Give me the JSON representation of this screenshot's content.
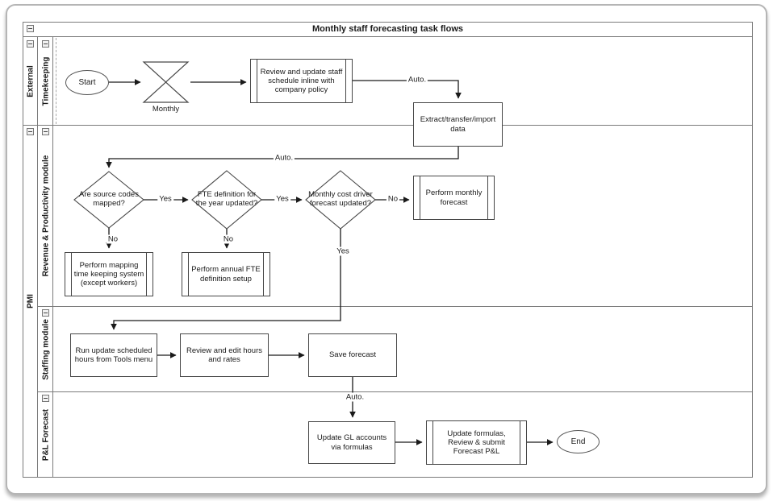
{
  "title": "Monthly staff forecasting task flows",
  "lanes": {
    "external": {
      "label": "External"
    },
    "timekeeping": {
      "label": "Timekeeping"
    },
    "pmi": {
      "label": "PMI"
    },
    "revenue": {
      "label": "Revenue & Productivity module"
    },
    "staffing": {
      "label": "Staffing module"
    },
    "pl_forecast": {
      "label": "P&L Forecast"
    }
  },
  "nodes": {
    "start": {
      "label": "Start",
      "type": "terminator"
    },
    "monthly_timer": {
      "label": "Monthly",
      "type": "timer"
    },
    "review_schedule": {
      "label": "Review and update staff schedule inline with company policy",
      "type": "subprocess"
    },
    "extract_data": {
      "label": "Extract/transfer/import data",
      "type": "process"
    },
    "source_codes_mapped": {
      "label": "Are source codes mapped?",
      "type": "decision"
    },
    "fte_definition_updated": {
      "label": "FTE definition for the year updated?",
      "type": "decision"
    },
    "cost_driver_updated": {
      "label": "Monthly cost driver forecast updated?",
      "type": "decision"
    },
    "perform_monthly_forecast": {
      "label": "Perform monthly forecast",
      "type": "subprocess"
    },
    "perform_mapping": {
      "label": "Perform mapping time keeping system (except workers)",
      "type": "subprocess"
    },
    "perform_annual_fte": {
      "label": "Perform annual FTE definition setup",
      "type": "subprocess"
    },
    "run_update_hours": {
      "label": "Run update scheduled hours from Tools menu",
      "type": "process"
    },
    "review_edit_hours": {
      "label": "Review and edit hours and rates",
      "type": "process"
    },
    "save_forecast": {
      "label": "Save forecast",
      "type": "process"
    },
    "update_gl": {
      "label": "Update GL accounts via formulas",
      "type": "process"
    },
    "update_formulas": {
      "label": "Update formulas, Review & submit Forecast P&L",
      "type": "subprocess"
    },
    "end": {
      "label": "End",
      "type": "terminator"
    }
  },
  "edges": {
    "review_to_extract": {
      "label": "Auto."
    },
    "extract_to_mapped": {
      "label": "Auto."
    },
    "save_to_gl": {
      "label": "Auto."
    },
    "mapped_yes": {
      "label": "Yes"
    },
    "mapped_no": {
      "label": "No"
    },
    "fte_yes": {
      "label": "Yes"
    },
    "fte_no": {
      "label": "No"
    },
    "cost_no": {
      "label": "No"
    },
    "cost_yes": {
      "label": "Yes"
    }
  },
  "icons": {
    "collapse": "minus-square"
  },
  "colors": {
    "lane_border": "#7b7b7b",
    "shape_border": "#474747",
    "connector": "#1a1a1a",
    "text": "#1a1a1a",
    "background": "#ffffff"
  }
}
